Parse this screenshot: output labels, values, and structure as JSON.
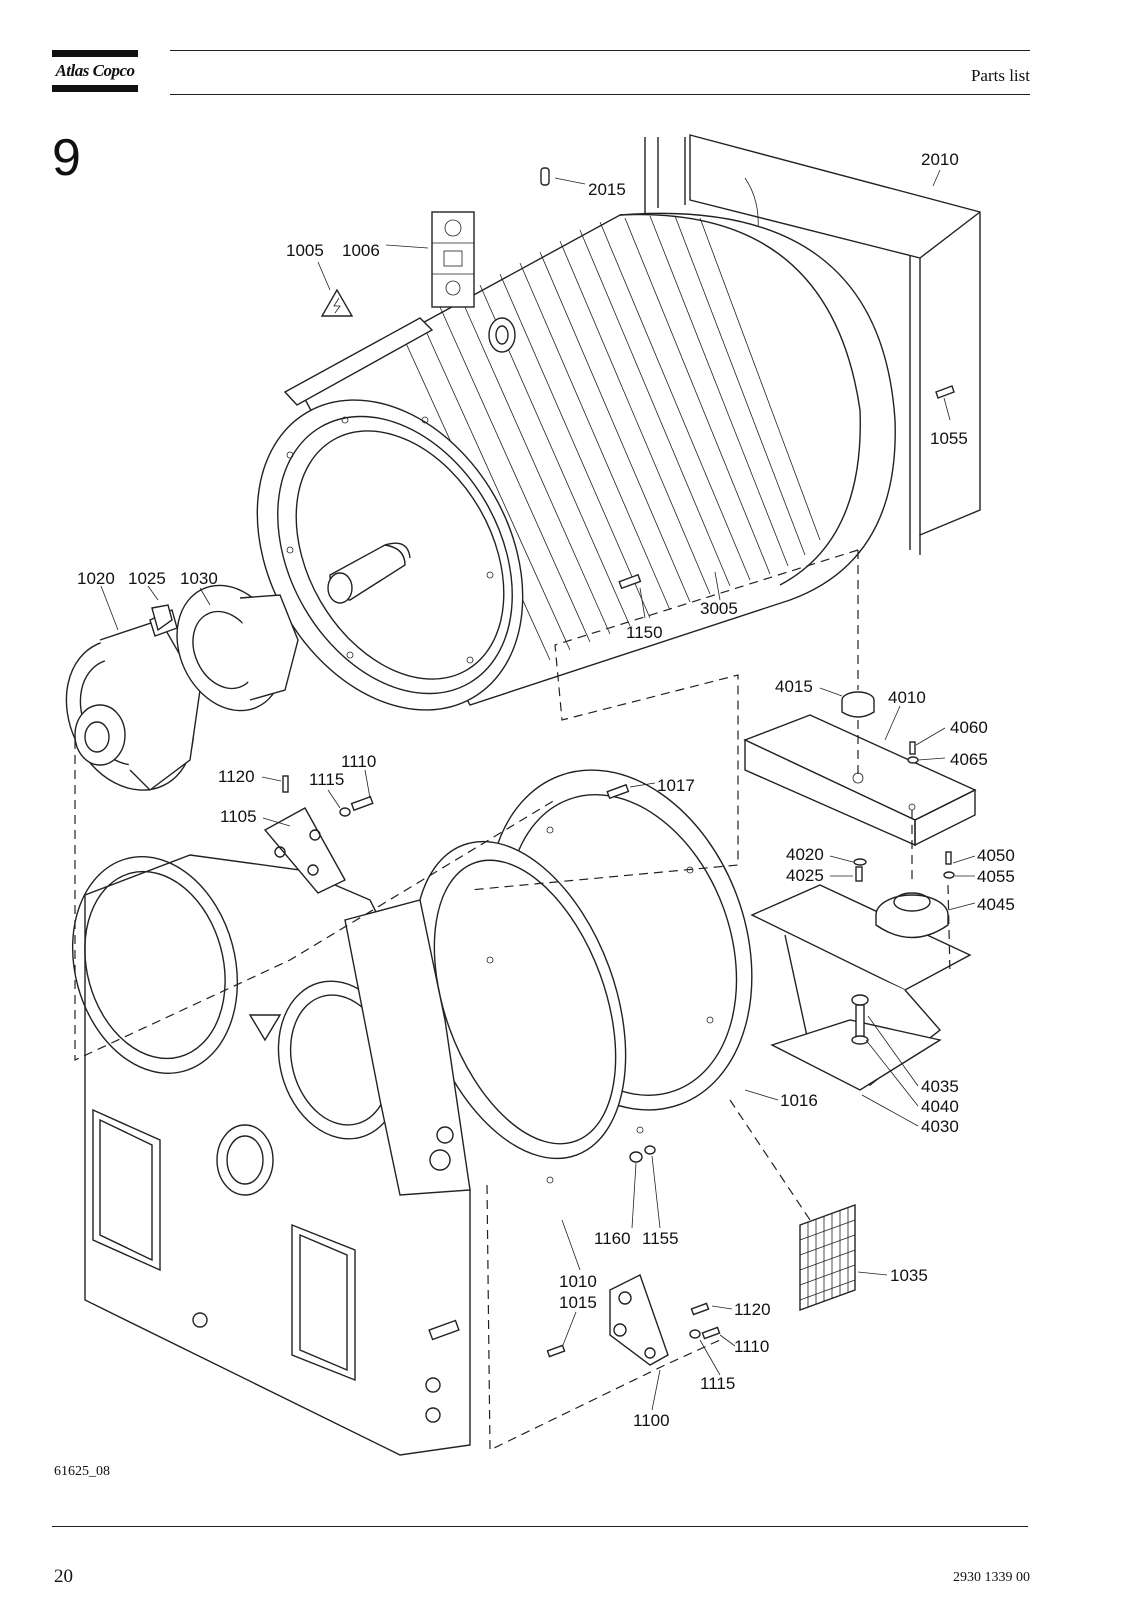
{
  "header": {
    "brand": "Atlas Copco",
    "title": "Parts list"
  },
  "section": {
    "number": "9"
  },
  "labels": {
    "l2010": "2010",
    "l2015": "2015",
    "l1005": "1005",
    "l1006": "1006",
    "l1055": "1055",
    "l1020": "1020",
    "l1025": "1025",
    "l1030": "1030",
    "l1150": "1150",
    "l3005": "3005",
    "l4015": "4015",
    "l4010": "4010",
    "l4060": "4060",
    "l4065": "4065",
    "l1120a": "1120",
    "l1115a": "1115",
    "l1110a": "1110",
    "l1105": "1105",
    "l1017": "1017",
    "l4020": "4020",
    "l4025": "4025",
    "l4050": "4050",
    "l4055": "4055",
    "l4045": "4045",
    "l4035": "4035",
    "l4040": "4040",
    "l4030": "4030",
    "l1016": "1016",
    "l1160": "1160",
    "l1155": "1155",
    "l1035": "1035",
    "l1010": "1010",
    "l1015": "1015",
    "l1120b": "1120",
    "l1110b": "1110",
    "l1115b": "1115",
    "l1100": "1100"
  },
  "footer": {
    "figure_id": "61625_08",
    "page_number": "20",
    "doc_number": "2930 1339 00"
  }
}
